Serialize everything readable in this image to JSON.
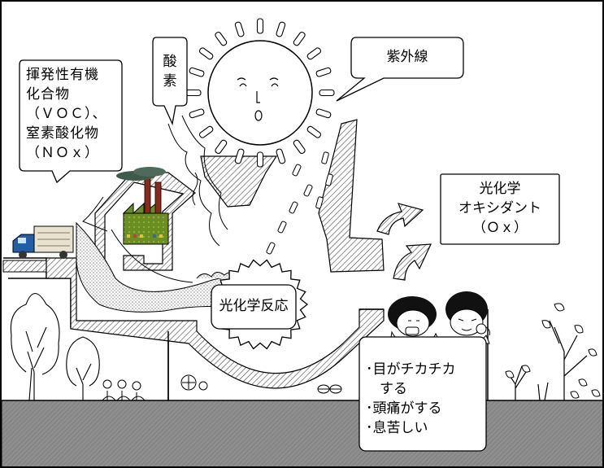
{
  "labels": {
    "voc": "揮発性有機\n化合物\n（ＶＯＣ）、\n窒素酸化物\n（ＮＯｘ）",
    "oxygen": "酸\n素",
    "uv": "紫外線",
    "oxidant": "光化学\nオキシダント\n（Ｏｘ）",
    "reaction": "光化学反応",
    "symptoms": "･目がチカチカ\n　する\n･頭痛がする\n･息苦しい"
  },
  "colors": {
    "line": "#000000",
    "ground": "#8a8a8a",
    "hatch": "#555555",
    "factory_wall": "#6b8e23",
    "chimney": "#8b2a1a",
    "smoke": "#3f5a4a",
    "truck_cab": "#1e5fa8"
  }
}
